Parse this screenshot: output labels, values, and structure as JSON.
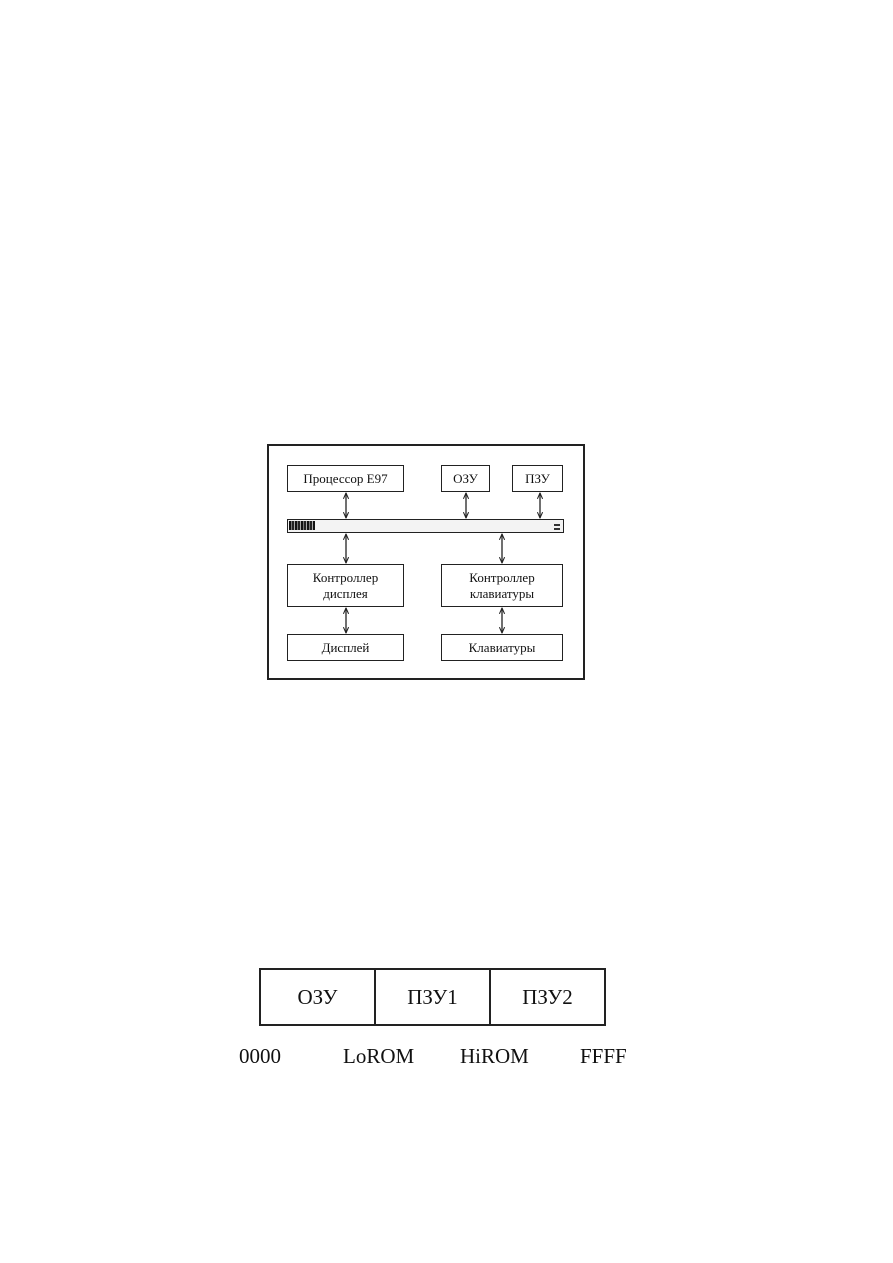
{
  "diagram": {
    "nodes": {
      "cpu": "Процессор Е97",
      "ram": "ОЗУ",
      "rom": "ПЗУ",
      "display_controller": "Контроллер\nдисплея",
      "keyboard_controller": "Контроллер\nклавиатуры",
      "display": "Дисплей",
      "keyboard": "Клавиатуры"
    },
    "edges": [
      {
        "from": "cpu",
        "to": "system_bus",
        "type": "bidirectional"
      },
      {
        "from": "ram",
        "to": "system_bus",
        "type": "bidirectional"
      },
      {
        "from": "rom",
        "to": "system_bus",
        "type": "bidirectional"
      },
      {
        "from": "system_bus",
        "to": "display_controller",
        "type": "bidirectional"
      },
      {
        "from": "system_bus",
        "to": "keyboard_controller",
        "type": "bidirectional"
      },
      {
        "from": "display_controller",
        "to": "display",
        "type": "bidirectional"
      },
      {
        "from": "keyboard_controller",
        "to": "keyboard",
        "type": "bidirectional"
      }
    ]
  },
  "memory_map": {
    "segments": [
      "ОЗУ",
      "ПЗУ1",
      "ПЗУ2"
    ],
    "boundaries": {
      "start": "0000",
      "lorom": "LoROM",
      "hirom": "HiROM",
      "end": "FFFF"
    }
  }
}
